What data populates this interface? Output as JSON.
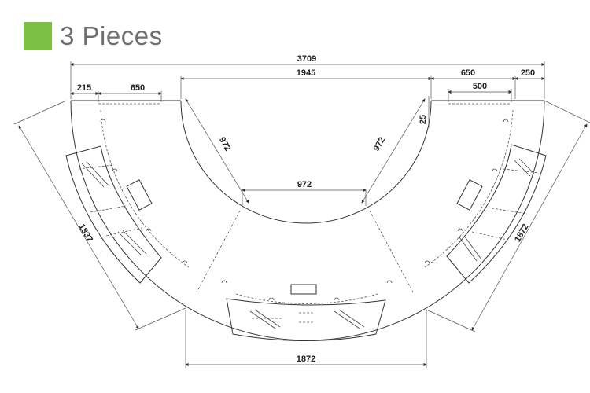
{
  "title": "3 Pieces",
  "accent_color": "#7dc144",
  "dimensions": {
    "overall_width": "3709",
    "inner_opening": "1945",
    "left_offset": "215",
    "left_depth": "650",
    "right_depth": "650",
    "right_offset": "250",
    "right_inner": "500",
    "step": "25",
    "left_radius_cut": "972",
    "right_radius_cut": "972",
    "inner_chord": "972",
    "left_piece_length": "1837",
    "right_piece_length": "1872",
    "bottom_piece_length": "1872"
  },
  "icons": [
    "title-square-icon"
  ]
}
